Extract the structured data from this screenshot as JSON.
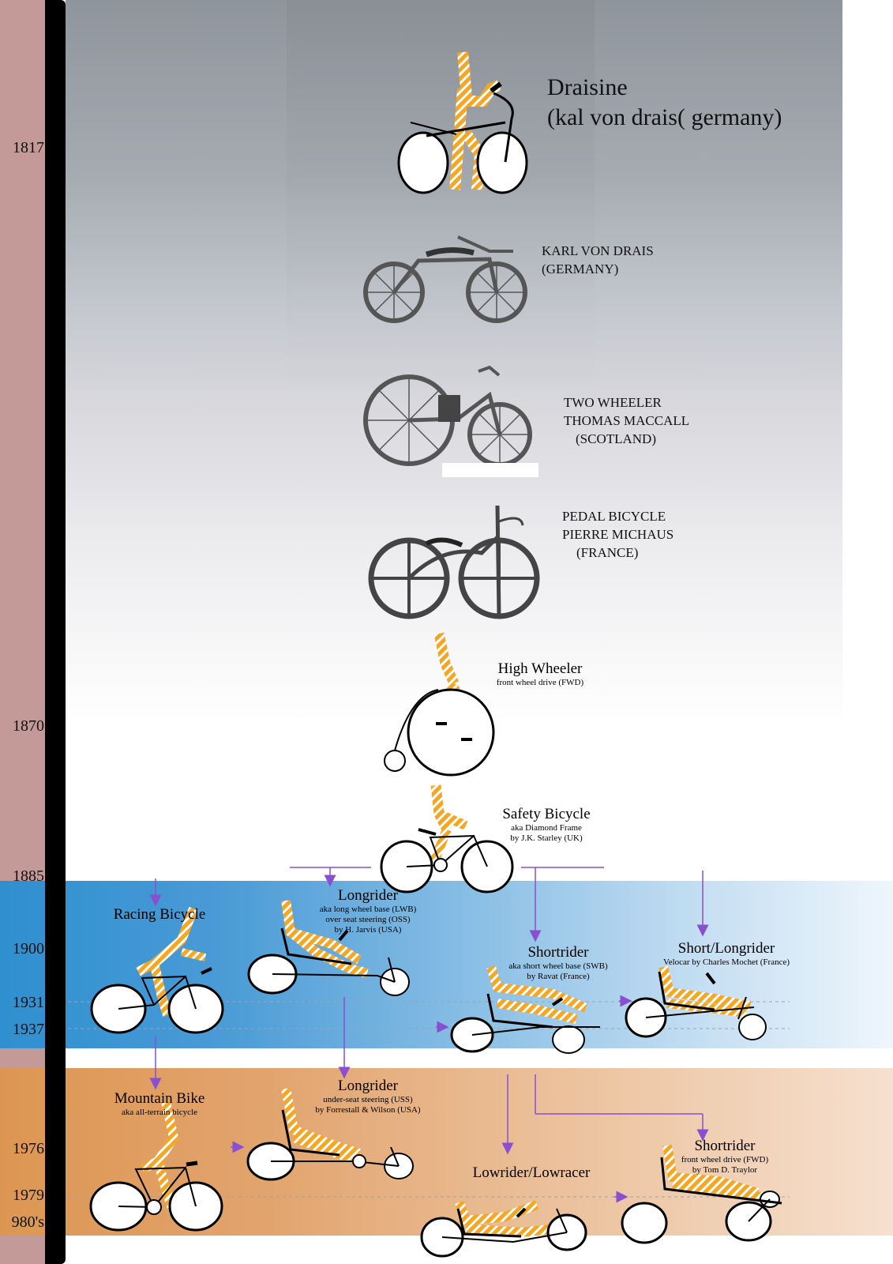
{
  "years": [
    "1817",
    "1870",
    "1885",
    "1900",
    "1931",
    "1937",
    "1976",
    "1979",
    "980's"
  ],
  "early": {
    "draisine": [
      "Draisine",
      "(kal von drais( germany)"
    ],
    "drais": [
      "KARL VON DRAIS",
      "(GERMANY)"
    ],
    "two_wheeler": [
      "TWO WHEELER",
      "THOMAS MACCALL",
      "(SCOTLAND)"
    ],
    "pedal": [
      "PEDAL BICYCLE",
      "PIERRE MICHAUS",
      "(FRANCE)"
    ]
  },
  "high_wheeler": {
    "title": "High Wheeler",
    "sub": "front wheel drive (FWD)"
  },
  "safety": {
    "title": "Safety Bicycle",
    "sub1": "aka Diamond Frame",
    "sub2": "by J.K. Starley (UK)"
  },
  "racing": {
    "title": "Racing Bicycle"
  },
  "longrider1": {
    "title": "Longrider",
    "sub1": "aka long wheel base (LWB)",
    "sub2": "over seat steering (OSS)",
    "sub3": "by H. Jarvis (USA)"
  },
  "shortrider1": {
    "title": "Shortrider",
    "sub1": "aka short wheel base (SWB)",
    "sub2": "by Ravat (France)"
  },
  "short_long": {
    "title": "Short/Longrider",
    "sub1": "Velocar by Charles Mochet  (France)"
  },
  "mountain": {
    "title": "Mountain Bike",
    "sub1": "aka all-terrain bicycle"
  },
  "longrider2": {
    "title": "Longrider",
    "sub1": "under-seat steering (USS)",
    "sub2": "by Forrestall & Wilson (USA)"
  },
  "lowrider": {
    "title": "Lowrider/Lowracer"
  },
  "shortrider2": {
    "title": "Shortrider",
    "sub1": "front wheel drive (FWD)",
    "sub2": "by Tom D. Traylor"
  },
  "colors": {
    "rider": "#f5a623",
    "arrow": "#8a4fd0",
    "year_strip": "#c49a98",
    "blue": "#2f8fd0",
    "orange": "#dd9652"
  }
}
